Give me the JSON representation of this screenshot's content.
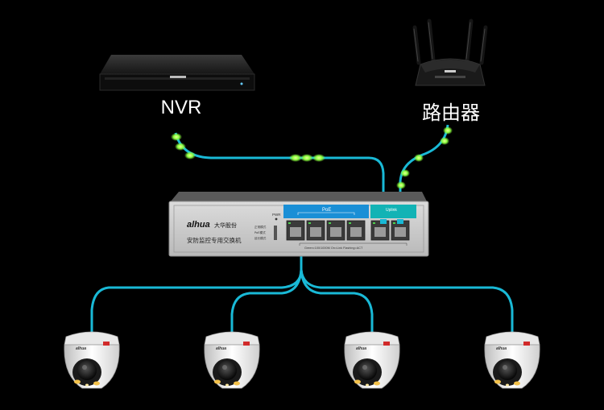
{
  "devices": {
    "nvr": {
      "label": "NVR"
    },
    "router": {
      "label": "路由器"
    }
  },
  "switch": {
    "brand_logo": "alhua",
    "brand_name": "大华股份",
    "model_caption": "安防监控专用交换机",
    "power_label": "PWR",
    "poe_label": "PoE",
    "uplink_label": "Uplink",
    "mode_labels": [
      "正常模式",
      "PoE模式",
      "延长模式"
    ],
    "port_caption": "Green=100/1000M On=Link Flashing=ACT"
  },
  "camera": {
    "brand_logo": "alhua"
  },
  "colors": {
    "background": "#000000",
    "cable": "#19b9d6",
    "poe_header": "#1a8fd6",
    "uplink_header": "#12b3b5",
    "signal_glow": "#8cff3f"
  }
}
